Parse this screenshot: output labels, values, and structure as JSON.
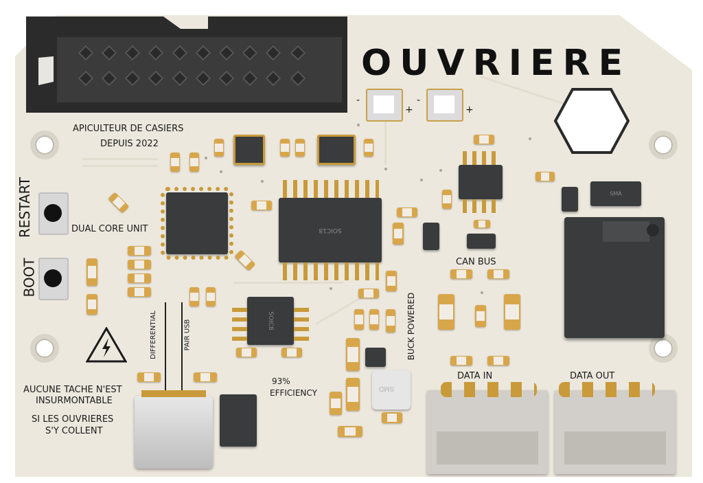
{
  "board": {
    "brand": "OUVRIERE",
    "tagline_1": "APICULTEUR DE CASIERS",
    "tagline_2": "DEPUIS 2022",
    "dual_core": "DUAL CORE UNIT",
    "restart": "RESTART",
    "boot": "BOOT",
    "differential": "DIFFERENTIAL",
    "pair_usb": "PAIR USB",
    "motto_1": "AUCUNE TACHE N'EST",
    "motto_2": "INSURMONTABLE",
    "motto_3": "SI LES OUVRIERES",
    "motto_4": "S'Y COLLENT",
    "efficiency_1": "93%",
    "efficiency_2": "EFFICIENCY",
    "buck": "BUCK POWERED",
    "can_bus": "CAN BUS",
    "data_in": "DATA IN",
    "data_out": "DATA OUT",
    "soic18": "SOIC18",
    "soic8": "SOIC8",
    "sma": "SMA",
    "smd": "SMD",
    "led_minus": "-",
    "led_plus": "+"
  },
  "colors": {
    "board": "#ece8de",
    "copper": "#c99a3a",
    "chip": "#3a3b3d",
    "connector": "#2b2b2b",
    "header_plastic": "#d2cfca"
  },
  "icons": {
    "warning": "high-voltage-icon"
  }
}
